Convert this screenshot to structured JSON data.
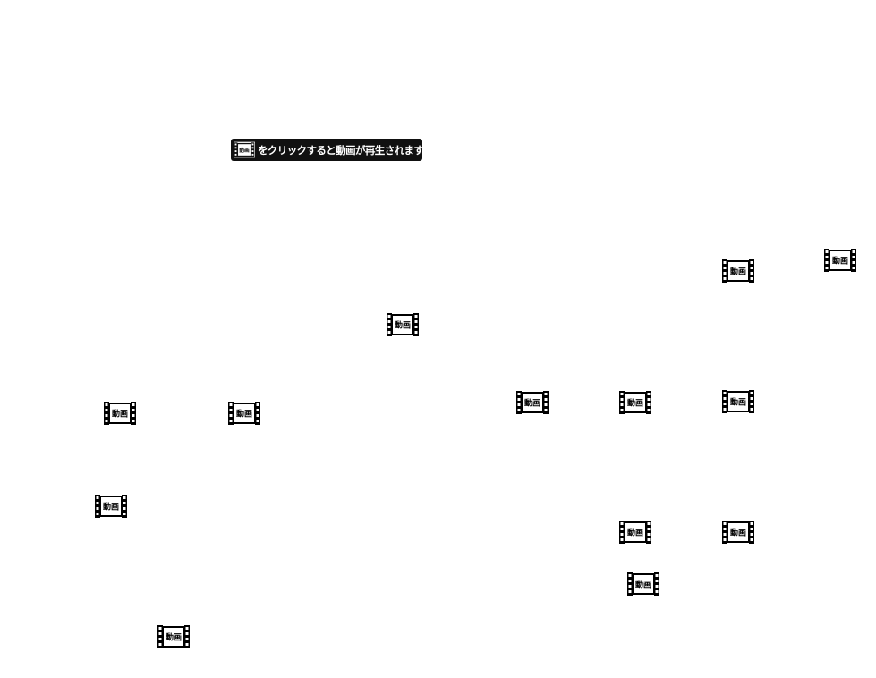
{
  "notice": {
    "icon_label": "動画",
    "text": "をクリックすると動画が再生されます。"
  },
  "video_button": {
    "label": "動画",
    "icon": "film-icon"
  },
  "colors": {
    "notice_background": "#111111",
    "notice_text": "#ffffff",
    "icon_stroke": "#000000",
    "icon_fill": "#ffffff"
  }
}
